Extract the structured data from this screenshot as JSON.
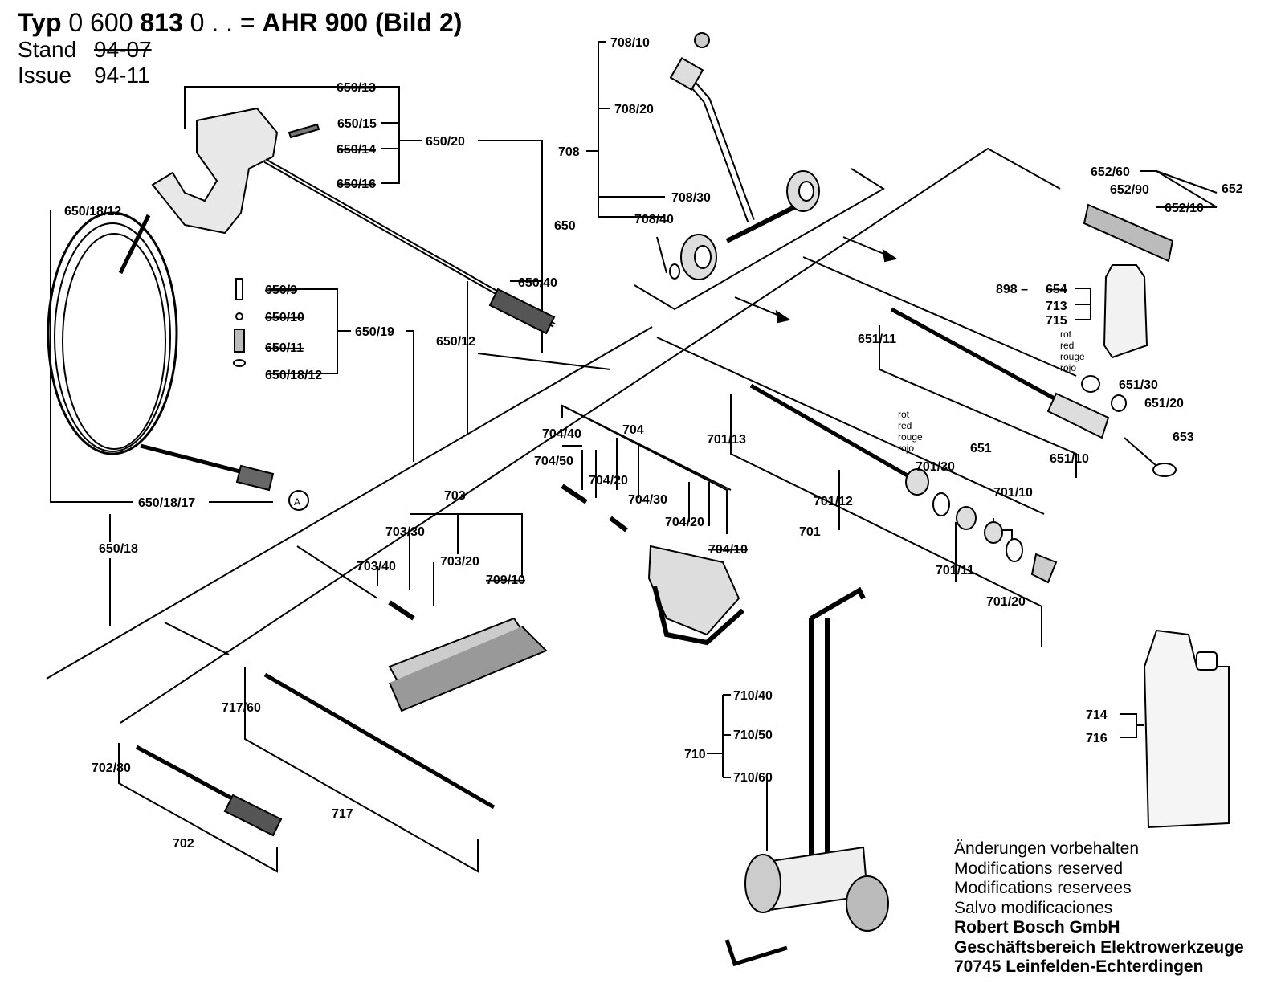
{
  "header": {
    "typ_label": "Typ",
    "typ_number_a": "0 600",
    "typ_number_b": "813",
    "typ_number_c": "0 . . =",
    "model": "AHR 900 (Bild 2)",
    "stand_label": "Stand",
    "stand_value": "94-07",
    "issue_label": "Issue",
    "issue_value": "94-11"
  },
  "parts": {
    "p650_13": "650/13",
    "p650_15": "650/15",
    "p650_14": "650/14",
    "p650_16": "650/16",
    "p650_20": "650/20",
    "p650_18_12_a": "650/18/12",
    "p650": "650",
    "p650_40": "650/40",
    "p650_9": "650/9",
    "p650_10": "650/10",
    "p650_11": "650/11",
    "p650_18_12_b": "650/18/12",
    "p650_19": "650/19",
    "p650_12": "650/12",
    "p650_18_17": "650/18/17",
    "p650_18": "650/18",
    "callout_a": "A",
    "p708_10": "708/10",
    "p708_20": "708/20",
    "p708": "708",
    "p708_30": "708/30",
    "p708_40": "708/40",
    "p652_60": "652/60",
    "p652_90": "652/90",
    "p652": "652",
    "p652_10": "652/10",
    "p898": "898 –",
    "p654": "654",
    "p713": "713",
    "p715": "715",
    "p651_11": "651/11",
    "p651_30": "651/30",
    "p651_20": "651/20",
    "p651": "651",
    "p651_10": "651/10",
    "p653": "653",
    "p701_13": "701/13",
    "p701_30": "701/30",
    "p701_12": "701/12",
    "p701": "701",
    "p701_10": "701/10",
    "p701_11": "701/11",
    "p701_20": "701/20",
    "p704_40": "704/40",
    "p704": "704",
    "p704_50": "704/50",
    "p704_20_a": "704/20",
    "p704_30": "704/30",
    "p704_20_b": "704/20",
    "p704_10": "704/10",
    "p703": "703",
    "p703_30": "703/30",
    "p703_40": "703/40",
    "p703_20": "703/20",
    "p709_10": "709/10",
    "p717_60": "717/60",
    "p717": "717",
    "p702_80": "702/80",
    "p702": "702",
    "p710_40": "710/40",
    "p710_50": "710/50",
    "p710": "710",
    "p710_60": "710/60",
    "p714": "714",
    "p716": "716"
  },
  "color_notes": {
    "red_a": [
      "rot",
      "red",
      "rouge",
      "rojo"
    ],
    "red_b": [
      "rot",
      "red",
      "rouge",
      "rojo"
    ]
  },
  "footer": {
    "line1": "Änderungen vorbehalten",
    "line2": "Modifications reserved",
    "line3": "Modifications reservees",
    "line4": "Salvo modificaciones",
    "company": "Robert Bosch GmbH",
    "division": "Geschäftsbereich Elektrowerkzeuge",
    "address": "70745 Leinfelden-Echterdingen"
  }
}
